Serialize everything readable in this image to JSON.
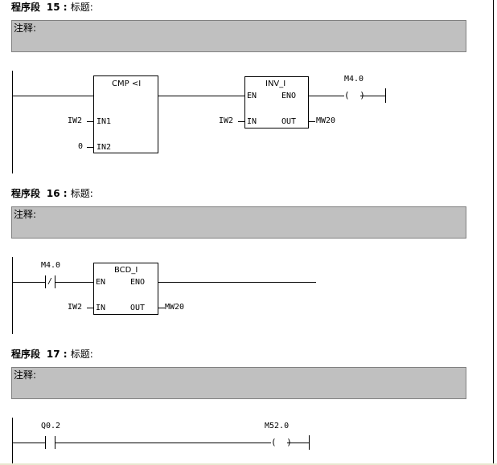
{
  "networks": [
    {
      "prefix": "程序段",
      "number": "15",
      "sep": " : ",
      "title": "标题:",
      "comment": "注释:",
      "cmp": {
        "name": "CMP <I",
        "in1": "IN1",
        "in2": "IN2",
        "op1": "IW2",
        "op2": "0"
      },
      "inv": {
        "name": "INV_I",
        "en": "EN",
        "eno": "ENO",
        "in": "IN",
        "out": "OUT",
        "op_in": "IW2",
        "op_out": "MW20"
      },
      "coil": {
        "addr": "M4.0",
        "symbol": "( )"
      }
    },
    {
      "prefix": "程序段",
      "number": "16",
      "sep": " : ",
      "title": "标题:",
      "comment": "注释:",
      "contact": {
        "addr": "M4.0",
        "symbol": "/"
      },
      "bcd": {
        "name": "BCD_I",
        "en": "EN",
        "eno": "ENO",
        "in": "IN",
        "out": "OUT",
        "op_in": "IW2",
        "op_out": "MW20"
      }
    },
    {
      "prefix": "程序段",
      "number": "17",
      "sep": " : ",
      "title": "标题:",
      "comment": "注释:",
      "contact": {
        "addr": "Q0.2"
      },
      "coil": {
        "addr": "M52.0",
        "symbol": "( )"
      }
    }
  ]
}
